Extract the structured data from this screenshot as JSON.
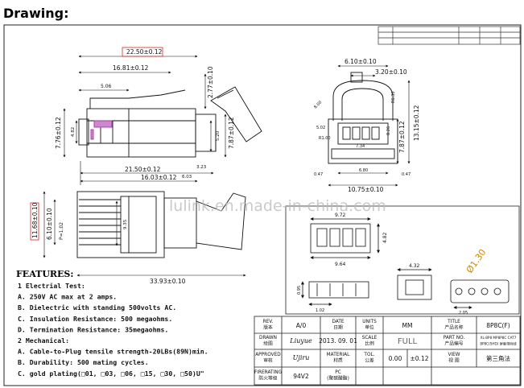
{
  "heading": "Drawing:",
  "watermark": "lulink.en.made-in-china.com",
  "dimensions": {
    "top_width": "22.50±0.12",
    "body_length": "16.81±0.12",
    "latch": "5.06",
    "height_top": "2.77±0.10",
    "left_h": "7.76±0.12",
    "left_small": "4.82",
    "side_h": "7.87±0.12",
    "side_small": "5.20",
    "mid_len": "21.50±0.12",
    "mid_len2": "16.03±0.12",
    "mid_small": "6.03",
    "mid_small2": "3.23",
    "front_w": "6.10±0.10",
    "front_w2": "3.20±0.10",
    "front_h": "13.15±0.12",
    "front_r": "R6.30",
    "front_b": "8.00",
    "front_c": "5.02",
    "front_d": "R1.00",
    "front_e": "7.87±0.12",
    "front_f": "8.26",
    "front_g": "7.34",
    "front_bw": "10.75±0.10",
    "front_bw2": "6.80",
    "front_s1": "0.47",
    "front_s2": "0.47",
    "bot_h": "11.68±0.10",
    "bot_h2": "6.10±0.10",
    "bot_p": "P=1.02",
    "bot_mid": "9.35",
    "bot_len": "33.93±0.10",
    "r1_top": "9.72",
    "r1_h": "4.82",
    "r1_bot": "9.64",
    "r2_h": "0.95",
    "r2_w": "1.02",
    "r3_w": "4.32",
    "r4_dia": "Ø1.30",
    "r4_small": "2.05"
  },
  "features": {
    "title": "FEATURES:",
    "lines": [
      "1 Electrial Test:",
      "A. 250V AC max at 2 amps.",
      "B. Dielectric with standing 500volts AC.",
      "C. Insulation Resistance: 500 megaohms.",
      "D. Termination Resistance: 35megaohms.",
      "2 Mechanical:",
      "A. Cable-to-Plug tensile strength-20LBs(89N)min.",
      "B. Durability: 500 mating cycles.",
      "C. gold plating(□01, □03, □06, □15, □30, □50)U\""
    ]
  },
  "title_block": {
    "rev_label": "REV.\n版本",
    "rev_value": "A/0",
    "date_label": "DATE\n日期",
    "units_label": "UNITS\n单位",
    "units_value": "MM",
    "title_label": "TITLE\n产品名称",
    "title_value": "8P8C(F)",
    "drawn_label": "DRAWN\n绘图",
    "drawn_sig": "Liuyue",
    "drawn_date": "2013. 09. 01",
    "scale_label": "SCALE\n比例",
    "scale_value": "FULL",
    "part_label": "PART NO.\n产品编号",
    "part_value": "XL-8P8 MP8P8C CAT7\n8P8C(SHD) 屏蔽带网线",
    "approved_label": "APPROVED\n审核",
    "approved_sig": "Ujiru",
    "material_label": "MATERIAL\n材质",
    "tol_label": "TOL.\n公差",
    "tol_a": "0.00",
    "tol_b": "±0.12",
    "view_label": "VIEW\n视 图",
    "view_value": "第三角法",
    "firerating_label": "FIRERATING\n防火等级",
    "firerating_value": "94V2",
    "material_value": "PC\n(聚碳酸酯)"
  }
}
